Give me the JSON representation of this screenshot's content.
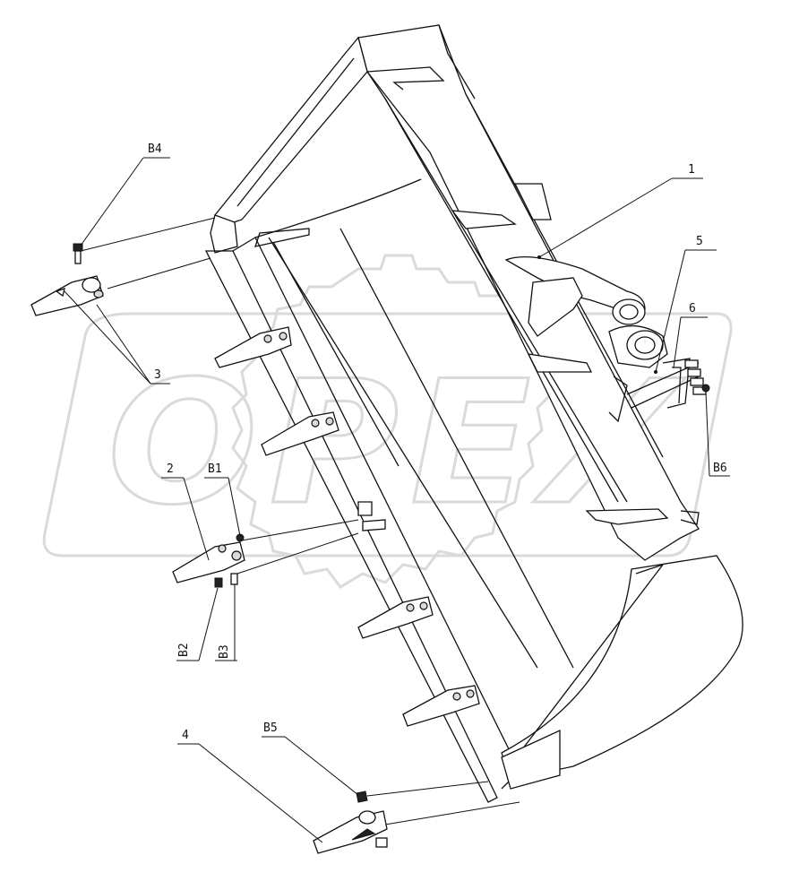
{
  "watermark": {
    "text": "OPEX",
    "color": "#bdbdbd"
  },
  "callouts": [
    {
      "id": "1",
      "label": "1"
    },
    {
      "id": "2",
      "label": "2"
    },
    {
      "id": "3",
      "label": "3"
    },
    {
      "id": "4",
      "label": "4"
    },
    {
      "id": "5",
      "label": "5"
    },
    {
      "id": "6",
      "label": "6"
    },
    {
      "id": "B1",
      "label": "B1"
    },
    {
      "id": "B2",
      "label": "B2"
    },
    {
      "id": "B3",
      "label": "B3"
    },
    {
      "id": "B4",
      "label": "B4"
    },
    {
      "id": "B5",
      "label": "B5"
    },
    {
      "id": "B6",
      "label": "B6"
    }
  ],
  "colors": {
    "line": "#111111",
    "background": "#ffffff",
    "watermark": "#bdbdbd"
  }
}
